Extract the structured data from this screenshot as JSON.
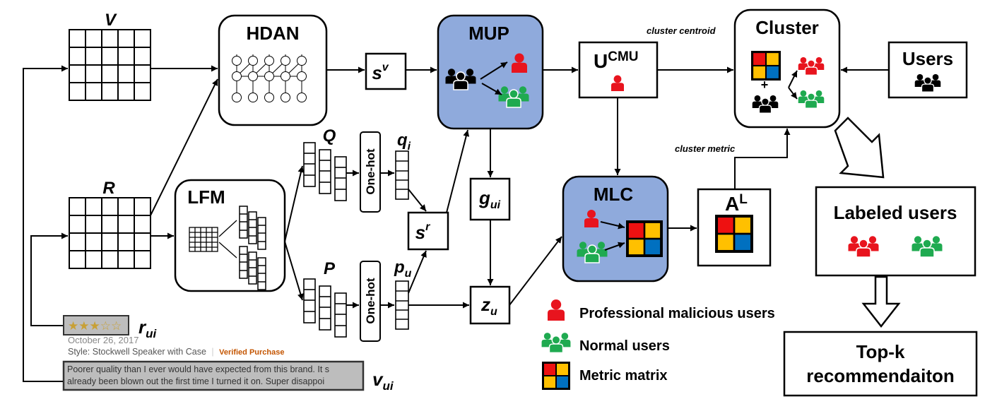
{
  "matrices": {
    "v": "V",
    "r": "R",
    "q": "Q",
    "p": "P"
  },
  "modules": {
    "hdan": "HDAN",
    "lfm": "LFM",
    "mup": "MUP",
    "mlc": "MLC",
    "cluster": "Cluster",
    "users": "Users",
    "labeled_users": "Labeled users",
    "topk_line1": "Top-k",
    "topk_line2": "recommendaiton"
  },
  "nodes": {
    "sv_base": "s",
    "sv_sup": "v",
    "sr_base": "s",
    "sr_sup": "r",
    "ucmu_base": "U",
    "ucmu_sup": "CMU",
    "al_base": "A",
    "al_sup": "L",
    "gui_base": "g",
    "gui_sub": "ui",
    "zu_base": "z",
    "zu_sub": "u",
    "qi_base": "q",
    "qi_sub": "i",
    "pu_base": "p",
    "pu_sub": "u",
    "onehot_top": "One-hot",
    "onehot_bottom": "One-hot",
    "rui_base": "r",
    "rui_sub": "ui",
    "vui_base": "v",
    "vui_sub": "ui"
  },
  "annotations": {
    "cluster_centroid": "cluster centroid",
    "cluster_metric": "cluster metric"
  },
  "review": {
    "stars": "★★★☆☆",
    "date": "October 26, 2017",
    "style": "Style: Stockwell Speaker with Case",
    "separator": "|",
    "verified": "Verified Purchase",
    "text_line1": "Poorer quality than I ever would have expected from this brand. It s",
    "text_line2": "already been blown out the first time I turned it on. Super disappoi"
  },
  "legend": {
    "malicious": "Professional malicious users",
    "normal": "Normal users",
    "metric": "Metric matrix"
  },
  "colors": {
    "module_fill": "#8faadc",
    "malicious_red": "#e8141e",
    "normal_green": "#1faa50",
    "metric_red": "#ee1111",
    "metric_yellow": "#ffc000",
    "metric_blue": "#0070c0",
    "verified_orange": "#c45500",
    "star_gold": "#c8a035",
    "review_box": "#bdbdbd"
  }
}
